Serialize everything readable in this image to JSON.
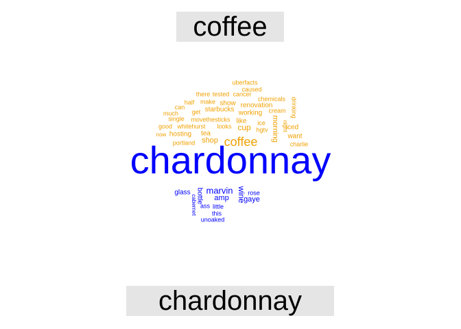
{
  "header": {
    "label": "coffee"
  },
  "footer": {
    "label": "chardonnay"
  },
  "colors": {
    "coffee": "#f0a000",
    "chardonnay": "#0000ff",
    "label_bg": "#e5e5e5"
  },
  "cloud": {
    "coffee_words": [
      "uberfacts",
      "caused",
      "there",
      "tested",
      "cancer",
      "chemicals",
      "half",
      "make",
      "show",
      "renovation",
      "drinking",
      "can",
      "get",
      "starbucks",
      "working",
      "cream",
      "much",
      "single",
      "movethesticks",
      "like",
      "ice",
      "night",
      "good",
      "whitehurst",
      "looks",
      "cup",
      "hgtv",
      "iced",
      "now",
      "hosting",
      "tea",
      "morning",
      "want",
      "portland",
      "shop",
      "coffee",
      "charlie"
    ],
    "center_word": "chardonnay",
    "chardonnay_words": [
      "glass",
      "bottle",
      "marvin",
      "wine",
      "rose",
      "amp",
      "gaye",
      "cabernet",
      "ass",
      "little",
      "this",
      "unoaked"
    ]
  }
}
